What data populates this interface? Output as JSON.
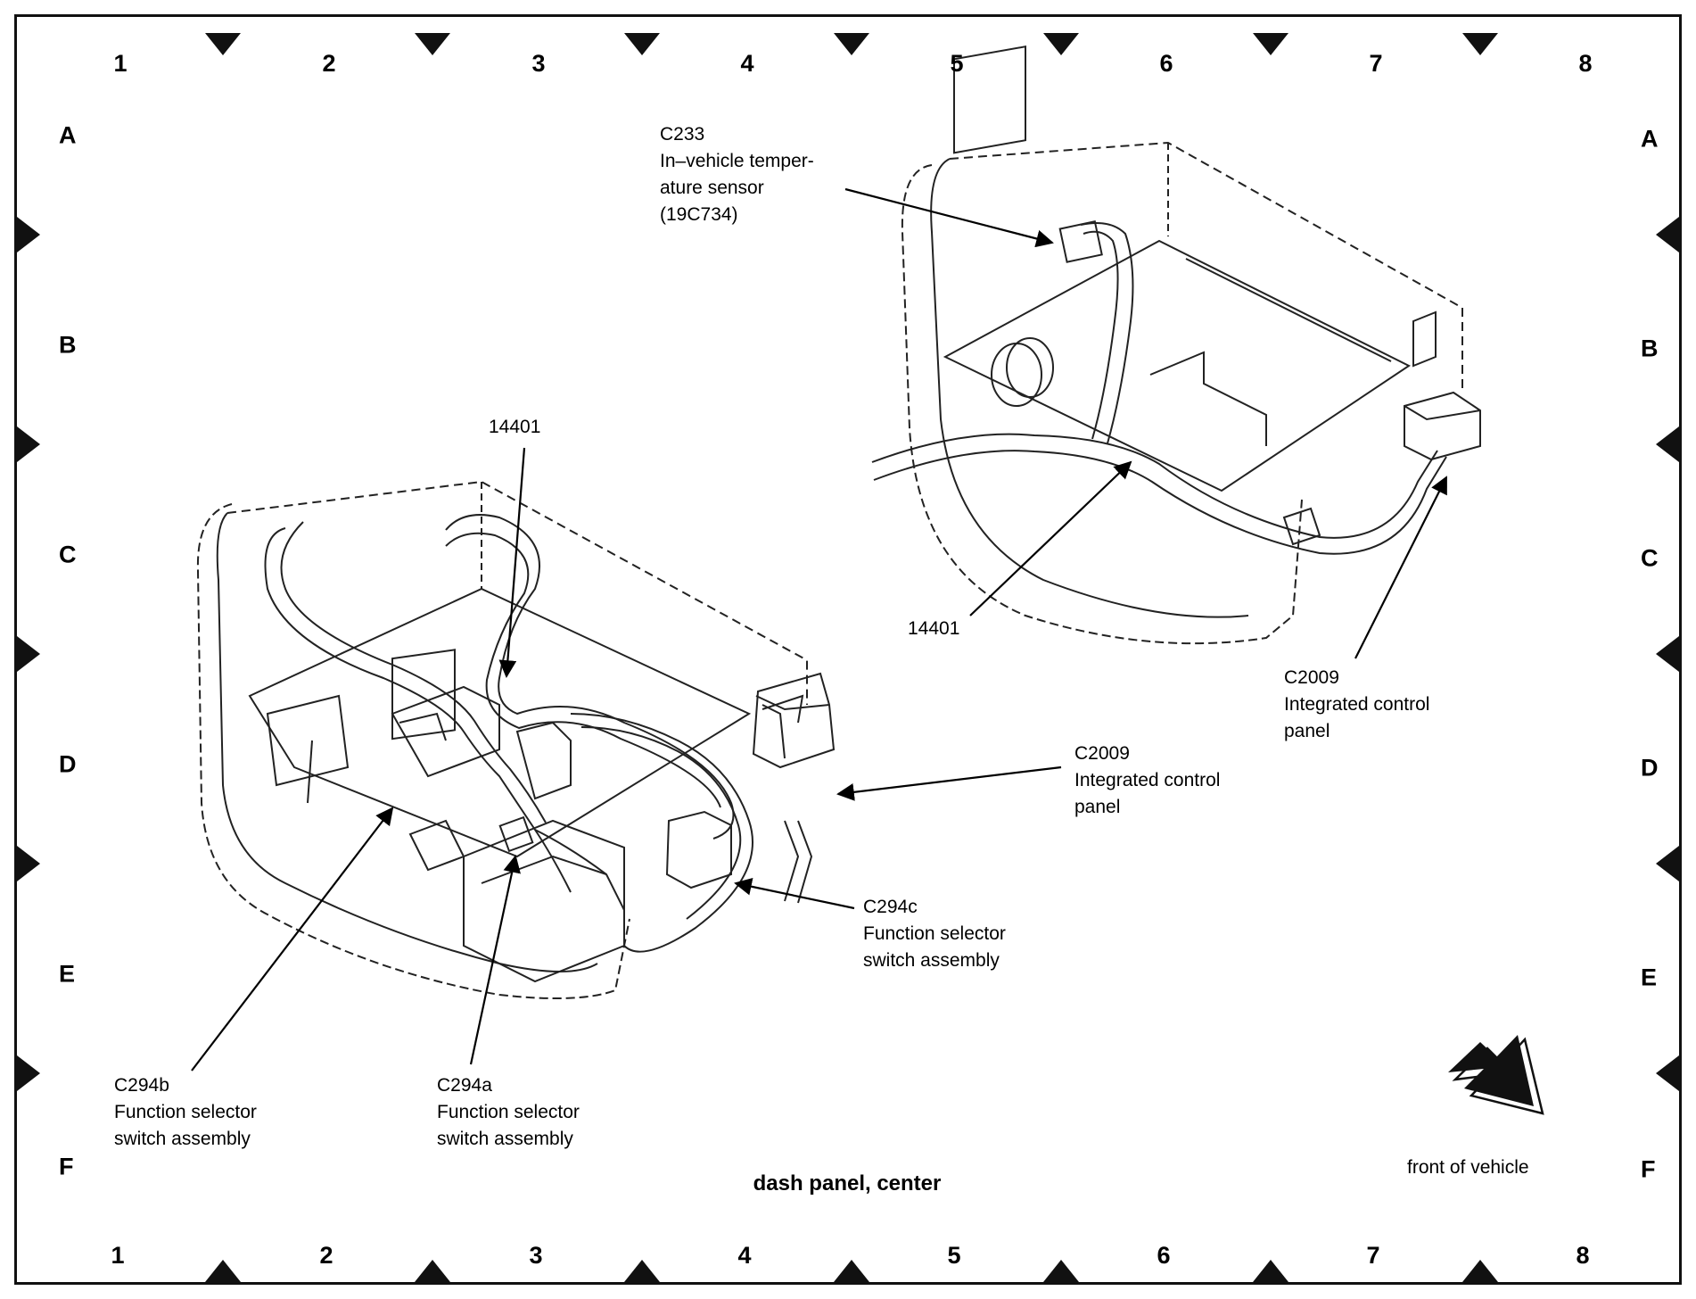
{
  "grid": {
    "columns": [
      "1",
      "2",
      "3",
      "4",
      "5",
      "6",
      "7",
      "8"
    ],
    "rows": [
      "A",
      "B",
      "C",
      "D",
      "E",
      "F"
    ]
  },
  "caption": "dash panel, center",
  "front_of_vehicle": "front of vehicle",
  "callouts": {
    "c233": {
      "connector": "C233",
      "lines": [
        "In–vehicle temper-",
        "ature sensor",
        "(19C734)"
      ]
    },
    "harness_top": {
      "label": "14401"
    },
    "harness_right": {
      "label": "14401"
    },
    "c2009_left": {
      "connector": "C2009",
      "lines": [
        "Integrated control",
        "panel"
      ]
    },
    "c2009_right": {
      "connector": "C2009",
      "lines": [
        "Integrated control",
        "panel"
      ]
    },
    "c294c": {
      "connector": "C294c",
      "lines": [
        "Function selector",
        "switch assembly"
      ]
    },
    "c294b": {
      "connector": "C294b",
      "lines": [
        "Function selector",
        "switch assembly"
      ]
    },
    "c294a": {
      "connector": "C294a",
      "lines": [
        "Function selector",
        "switch assembly"
      ]
    }
  }
}
